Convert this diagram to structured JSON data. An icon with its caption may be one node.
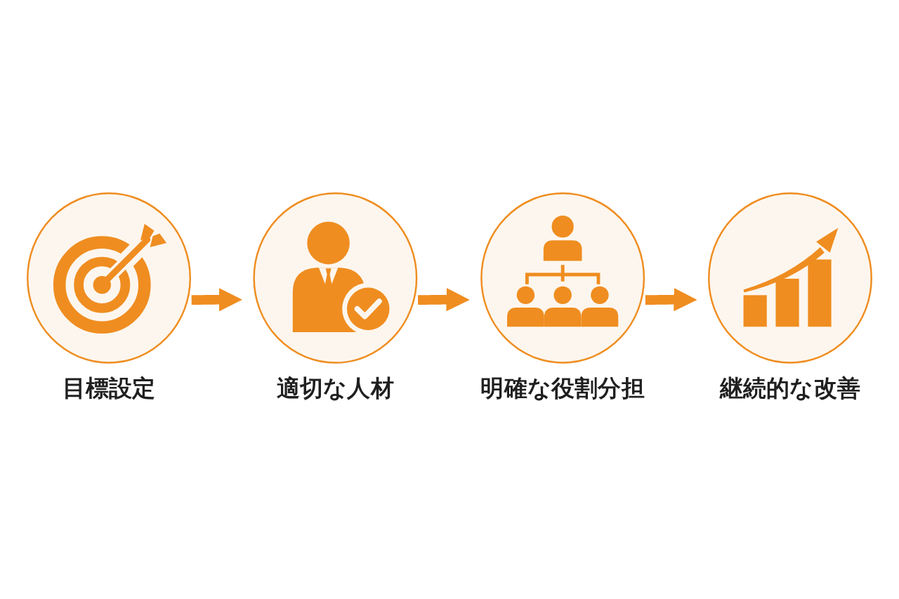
{
  "diagram": {
    "nodes": [
      {
        "text": [
          "目標設定"
        ]
      },
      {
        "text": [
          "適切な人材"
        ]
      },
      {
        "text": [
          "明確な役割分担"
        ]
      },
      {
        "text": [
          "継続的な改善"
        ]
      }
    ],
    "edges": [
      {
        "from": 0,
        "to": 1,
        "arrow": "to"
      },
      {
        "from": 1,
        "to": 2,
        "arrow": "to"
      },
      {
        "from": 2,
        "to": 3,
        "arrow": "to"
      }
    ]
  }
}
